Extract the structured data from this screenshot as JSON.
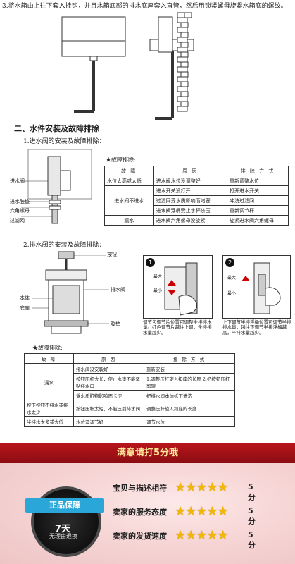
{
  "step3": {
    "text": "3.将水箱由上往下套入挂钩，并且水箱底部的排水底座套入直管，然后用锁紧螺母旋紧水箱底的螺纹。"
  },
  "section2": {
    "title": "二、水件安装及故障排除"
  },
  "inlet": {
    "subtitle": "1.进水阀的安装及故障排除：",
    "labels": [
      "进水阀",
      "进水胶垫",
      "六角螺母",
      "过滤网"
    ],
    "table_title": "★故障排除:",
    "headers": [
      "故 障",
      "原 因",
      "排 除 方 式"
    ],
    "rows": [
      [
        "水位太高或太低",
        "进水阀水位没调整好",
        "重新调整水位"
      ],
      [
        "进水阀不进水",
        "进水开关没打开",
        "打开进水开关"
      ],
      [
        "",
        "过滤网受水质影响而堵塞",
        "冲洗过滤网"
      ],
      [
        "",
        "进水阀浮桶受止水杯挤压",
        "重新调节杆"
      ],
      [
        "漏水",
        "进水阀六角螺母没旋紧",
        "旋紧进水阀六角螺母"
      ]
    ]
  },
  "drain": {
    "subtitle": "2.排水阀的安装及故障排除：",
    "labels": [
      "按钮",
      "排水阀",
      "本体",
      "底座",
      "胶垫"
    ],
    "step1_num": "1",
    "step2_num": "2",
    "step1_marks": [
      "最大",
      "最小"
    ],
    "step2_marks": [
      "最大",
      "最小"
    ],
    "step1_caption": "调节包调节片位置可调整全排排水量。红色调节片越往上调，全排排水量越少。",
    "step2_caption": "上下调节半排浮桶位置可调节半排排水量，越往下调节半排浮桶越高，半排水量越少。",
    "table_title": "★故障排除:",
    "headers": [
      "故 障",
      "原 因",
      "排 除 方 式"
    ],
    "rows": [
      [
        "漏水",
        "排水阀没安装好",
        "重新安装"
      ],
      [
        "",
        "按钮压杆太长，使止水垫不能紧贴排水口",
        "1.调整压杆旋入扣座的长度 2.把按钮压杆剪短"
      ],
      [
        "",
        "受水质脏物影响而卡涩",
        "把排水阀本体拆下清洗"
      ],
      [
        "按下按钮不排水或排水太少",
        "按钮压杆太短，不能压到排水阀",
        "调整压杆旋入扣座的长度"
      ],
      [
        "半排水太多或太低",
        "水位没调节好",
        "调节水位"
      ]
    ]
  },
  "banner": {
    "title": "满意请打5分哦",
    "badge_text": "正品保障",
    "badge_days": "7天",
    "badge_sub": "无理由退换",
    "ratings": [
      {
        "label": "宝贝与描述相符",
        "stars": "★★★★★",
        "score": "5分"
      },
      {
        "label": "卖家的服务态度",
        "stars": "★★★★★",
        "score": "5分"
      },
      {
        "label": "卖家的发货速度",
        "stars": "★★★★★",
        "score": "5分"
      }
    ]
  },
  "colors": {
    "banner_red": "#a3121a",
    "star_gold": "#f2b705",
    "badge_blue": "#2aa6d8"
  }
}
